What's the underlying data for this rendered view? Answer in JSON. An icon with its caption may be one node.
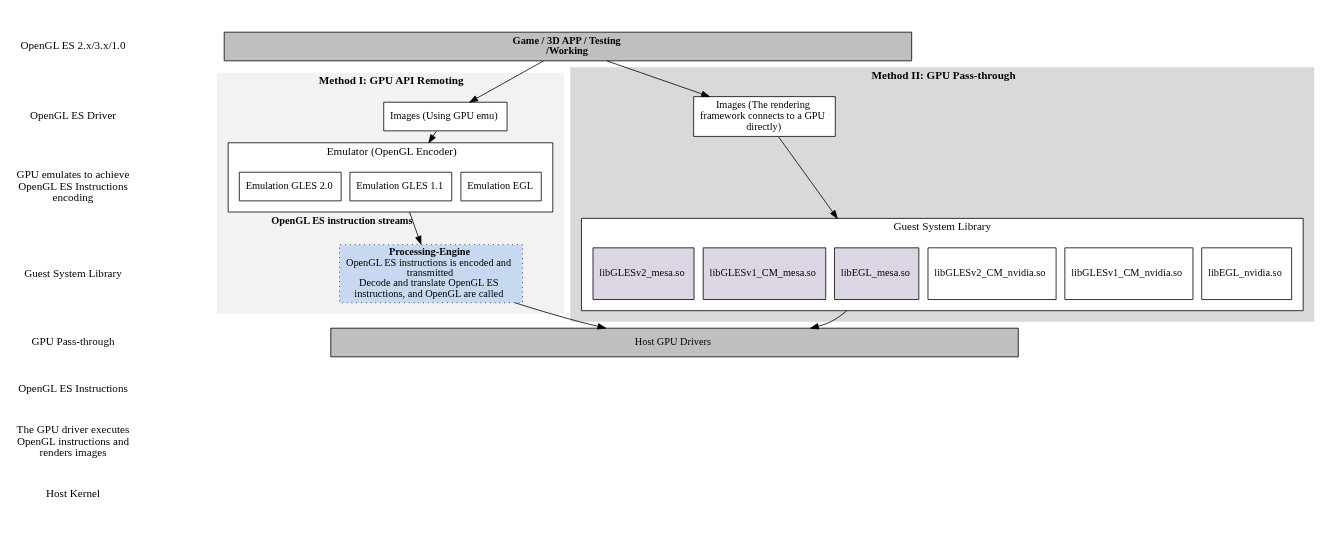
{
  "diagram": {
    "nodes": [
      {
        "text": [
          "Method I: GPU API Remoting"
        ]
      },
      {
        "text": [
          "Method II: GPU Pass-through"
        ]
      },
      {
        "text": [
          "Game / 3D APP / Testing /Working"
        ]
      },
      {
        "text": [
          "Images (Using GPU emu)"
        ],
        "in": 0
      },
      {
        "text": [
          "Emulator (OpenGL Encoder)"
        ],
        "in": 0
      },
      {
        "text": [
          "Emulation EGL"
        ],
        "in": 4
      },
      {
        "text": [
          "Emulation GLES 1.1"
        ],
        "in": 4
      },
      {
        "text": [
          "Emulation GLES 2.0"
        ],
        "in": 4
      },
      {
        "text": [
          "Processing-Engine",
          "OpenGL ES instructions is encoded and transmitted",
          "Decode and translate OpenGL ES instructions, and OpenGL are called"
        ],
        "in": 0
      },
      {
        "text": [
          "Images (The rendering framework connects to a GPU directly)"
        ],
        "in": 1
      },
      {
        "text": [
          "Guest System Library"
        ],
        "in": 1
      },
      {
        "text": [
          "libEGL_nvidia.so"
        ],
        "in": 10
      },
      {
        "text": [
          "libGLESv1_CM_nvidia.so"
        ],
        "in": 10
      },
      {
        "text": [
          "libGLESv2_CM_nvidia.so"
        ],
        "in": 10
      },
      {
        "text": [
          "libEGL_mesa.so"
        ],
        "in": 10
      },
      {
        "text": [
          "libGLESv1_CM_mesa.so"
        ],
        "in": 10
      },
      {
        "text": [
          "libGLESv2_mesa.so"
        ],
        "in": 10
      },
      {
        "text": [
          "Host GPU Drivers"
        ]
      }
    ],
    "edges": [
      {
        "from": 2,
        "to": 3,
        "arrow": "to"
      },
      {
        "from": 2,
        "to": 9,
        "arrow": "to"
      },
      {
        "from": 3,
        "to": 4,
        "arrow": "to"
      },
      {
        "from": 4,
        "to": 8,
        "arrow": "to",
        "label": "OpenGL ES instruction streams"
      },
      {
        "from": 9,
        "to": 10,
        "arrow": "to"
      },
      {
        "from": 8,
        "to": 17,
        "arrow": "to"
      },
      {
        "from": 10,
        "to": 17,
        "arrow": "to"
      }
    ],
    "labels": [
      "OpenGL ES 2.x/3.x/1.0",
      "OpenGL ES Driver",
      "GPU emulates to achieve OpenGL ES Instructions encoding",
      "Guest System Library",
      "GPU Pass-through",
      "OpenGL ES Instructions",
      "The GPU driver executes OpenGL instructions and renders images",
      "Host Kernel"
    ]
  }
}
